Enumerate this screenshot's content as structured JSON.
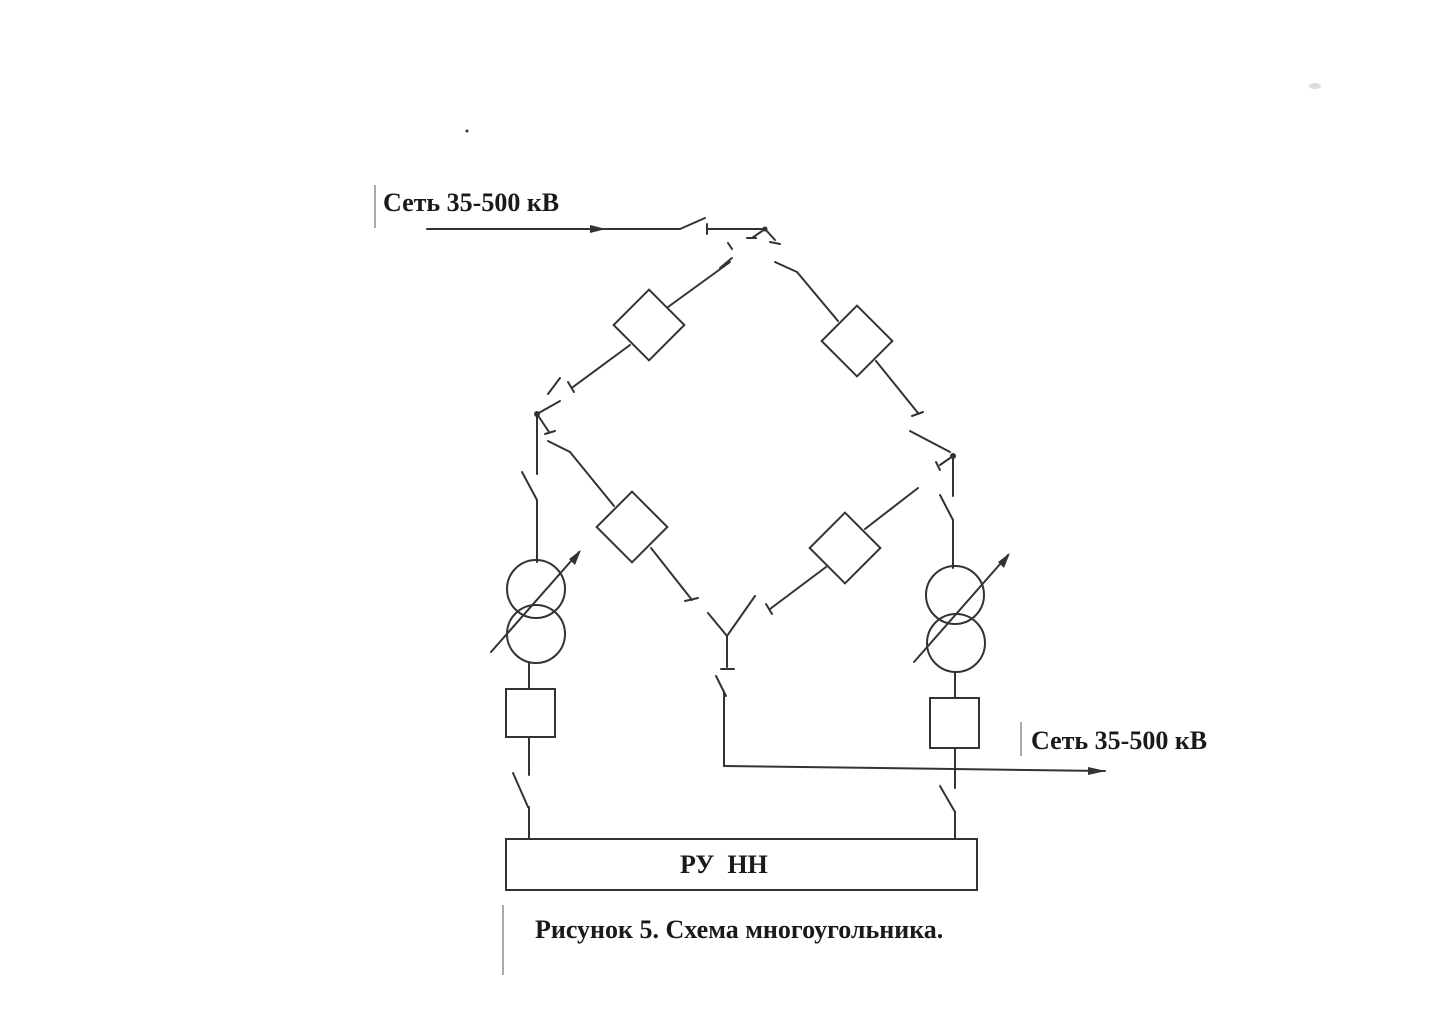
{
  "labels": {
    "network_top": "Сеть 35-500 кВ",
    "network_right": "Сеть 35-500 кВ",
    "ru_nn": "РУ  НН",
    "caption": "Рисунок 5. Схема многоугольника."
  }
}
